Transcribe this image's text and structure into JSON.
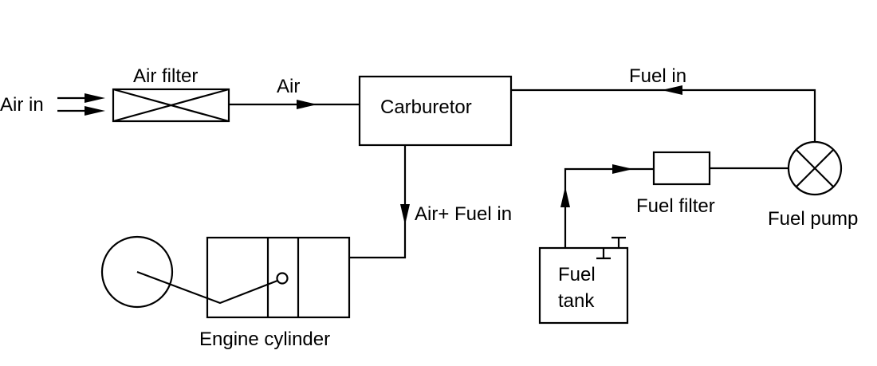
{
  "diagram": {
    "labels": {
      "air_in": "Air in",
      "air_filter": "Air filter",
      "air": "Air",
      "carburetor": "Carburetor",
      "fuel_in": "Fuel in",
      "air_fuel_in": "Air+ Fuel in",
      "fuel_filter": "Fuel filter",
      "fuel_pump": "Fuel pump",
      "fuel_tank_line1": "Fuel",
      "fuel_tank_line2": "tank",
      "engine_cylinder": "Engine cylinder"
    }
  }
}
